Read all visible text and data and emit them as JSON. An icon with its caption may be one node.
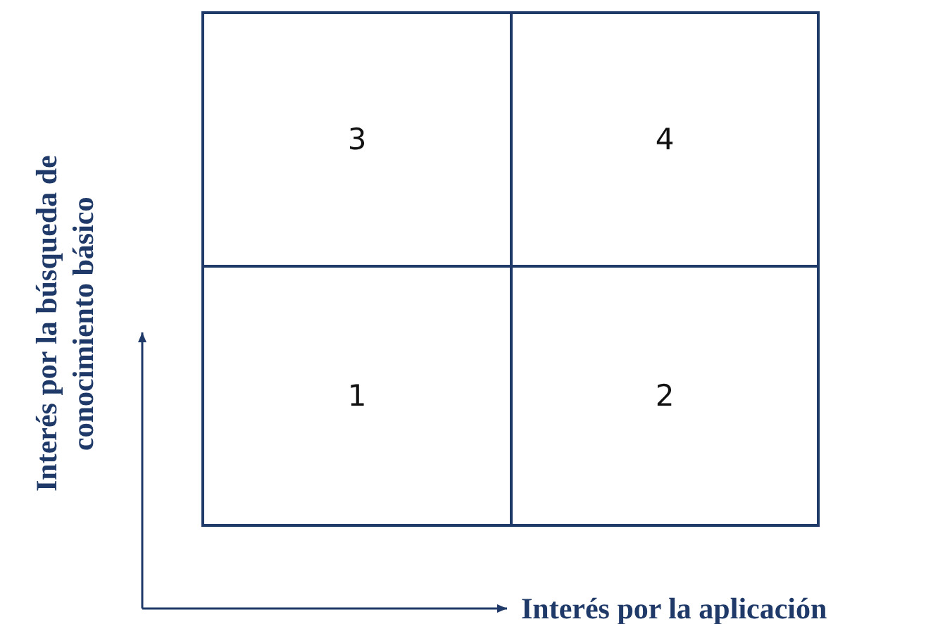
{
  "diagram": {
    "nodes": [
      {
        "text": [
          "3"
        ]
      },
      {
        "text": [
          "4"
        ]
      },
      {
        "text": [
          "1"
        ]
      },
      {
        "text": [
          "2"
        ]
      }
    ],
    "labels": [
      "Interés por la búsqueda de conocimiento básico",
      "Interés por la aplicación"
    ]
  }
}
